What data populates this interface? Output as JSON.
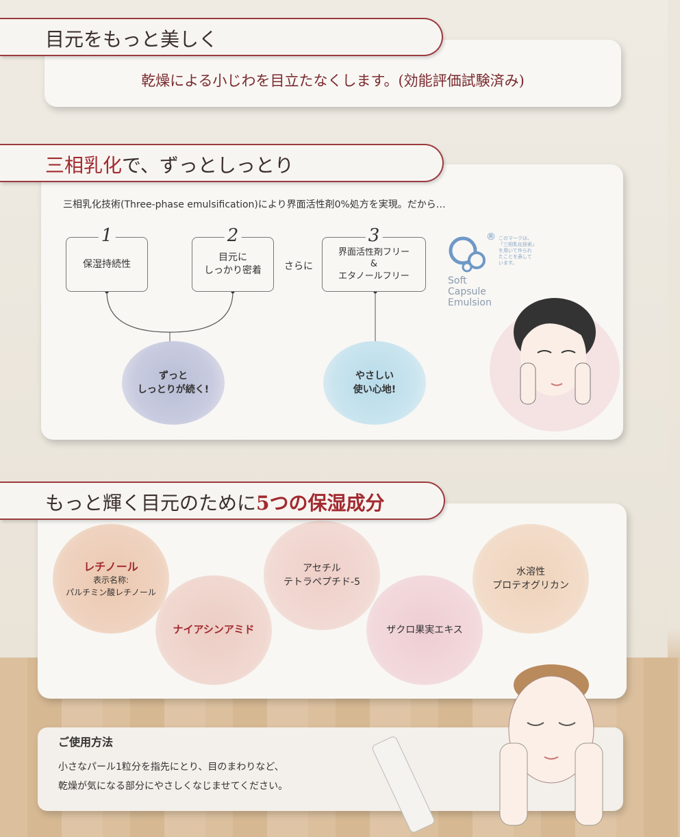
{
  "section1": {
    "title": "目元をもっと美しく",
    "claim": "乾燥による小じわを目立たなくします。(効能評価試験済み)"
  },
  "section2": {
    "title_red": "三相乳化",
    "title_rest": "で、ずっとしっとり",
    "intro": "三相乳化技術(Three-phase emulsification)により界面活性剤0%処方を実現。だから…",
    "points": [
      {
        "num": "1",
        "label": "保湿持続性"
      },
      {
        "num": "2",
        "label": "目元に\nしっかり密着"
      },
      {
        "num": "3",
        "label": "界面活性剤フリー\n&\nエタノールフリー"
      }
    ],
    "connector": "さらに",
    "results": [
      "ずっと\nしっとりが続く!",
      "やさしい\n使い心地!"
    ],
    "mark": {
      "name": "Soft\nCapsule\nEmulsion",
      "registered": "®",
      "note": "このマークは、\n「三相乳化技術」\nを用いて作られ\nたことを表して\nいます。"
    }
  },
  "section3": {
    "title_rest": "もっと輝く目元のために",
    "title_red": "5つの保湿成分",
    "ingredients": [
      {
        "name": "レチノール",
        "sub": "表示名称:\nパルチミン酸レチノール"
      },
      {
        "name": "ナイアシンアミド"
      },
      {
        "name": "アセチル\nテトラペプチド-5"
      },
      {
        "name": "ザクロ果実エキス"
      },
      {
        "name": "水溶性\nプロテオグリカン"
      }
    ]
  },
  "usage": {
    "title": "ご使用方法",
    "text": "小さなパール1粒分を指先にとり、目のまわりなど、\n乾燥が気になる部分にやさしくなじませてください。"
  }
}
